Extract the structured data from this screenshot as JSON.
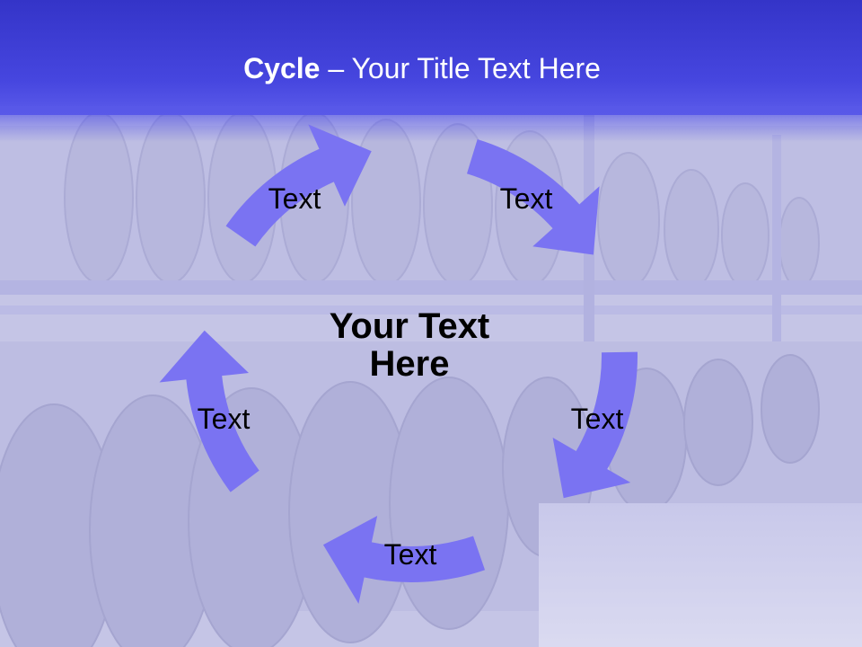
{
  "slide": {
    "title_bold": "Cycle",
    "title_rest": " – Your Title Text Here",
    "center_text_line1": "Your Text",
    "center_text_line2": "Here"
  },
  "cycle": {
    "labels": [
      "Text",
      "Text",
      "Text",
      "Text",
      "Text"
    ],
    "arrow_color": "#7a73f2"
  },
  "colors": {
    "header": "#3a3ad6",
    "background_tint": "#c9c9e6",
    "arrow": "#7a73f2"
  }
}
